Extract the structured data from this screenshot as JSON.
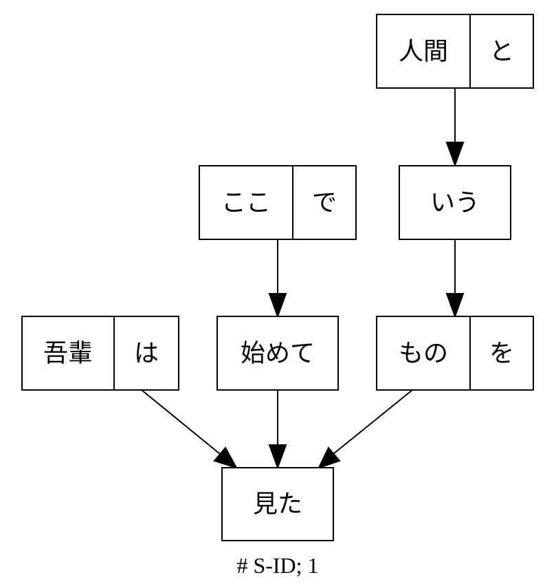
{
  "nodes": {
    "ningen_to": {
      "fields": [
        "人間",
        "と"
      ]
    },
    "koko_de": {
      "fields": [
        "ここ",
        "で"
      ]
    },
    "iu": {
      "fields": [
        "いう"
      ]
    },
    "wagahai_wa": {
      "fields": [
        "吾輩",
        "は"
      ]
    },
    "hajimete": {
      "fields": [
        "始めて"
      ]
    },
    "mono_wo": {
      "fields": [
        "もの",
        "を"
      ]
    },
    "mita": {
      "fields": [
        "見た"
      ]
    }
  },
  "edges": [
    {
      "from": "人間と",
      "to": "いう"
    },
    {
      "from": "いう",
      "to": "ものを"
    },
    {
      "from": "ここで",
      "to": "始めて"
    },
    {
      "from": "吾輩は",
      "to": "見た"
    },
    {
      "from": "始めて",
      "to": "見た"
    },
    {
      "from": "ものを",
      "to": "見た"
    }
  ],
  "caption": "# S-ID; 1"
}
